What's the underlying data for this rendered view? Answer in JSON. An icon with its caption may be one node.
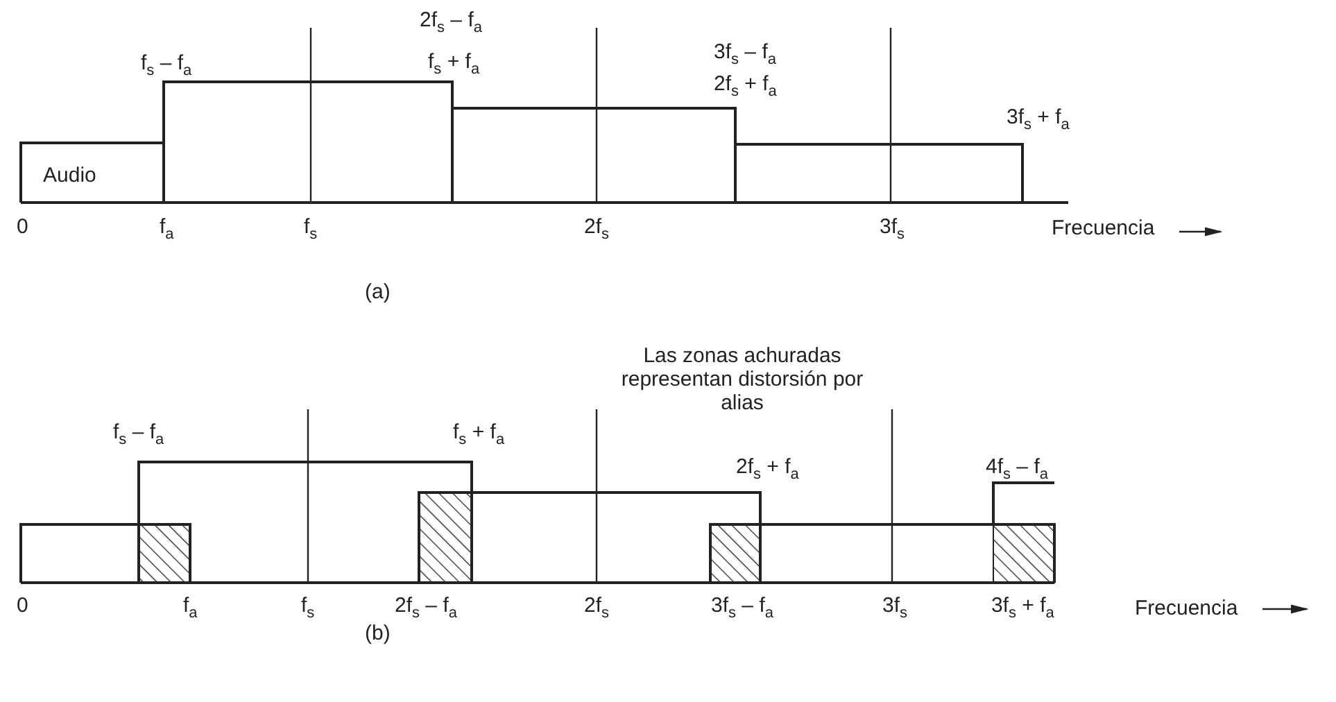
{
  "diagram": {
    "labels": [
      "2f$_{s}$ – f$_{a}$",
      "3f$_{s}$ – f$_{a}$",
      "f$_{s}$ – f$_{a}$",
      "f$_{s}$ + f$_{a}$",
      "2f$_{s}$ + f$_{a}$",
      "3f$_{s}$ + f$_{a}$",
      "Audio",
      "0",
      "f$_{a}$",
      "f$_{s}$",
      "2f$_{s}$",
      "3f$_{s}$",
      "Frecuencia",
      "(a)",
      "Las zonas achuradas representan distorsión por alias",
      "f$_{s}$ – f$_{a}$",
      "f$_{s}$ + f$_{a}$",
      "2f$_{s}$ + f$_{a}$",
      "4f$_{s}$ – f$_{a}$",
      "0",
      "f$_{a}$",
      "f$_{s}$",
      "2f$_{s}$ – f$_{a}$",
      "2f$_{s}$",
      "3f$_{s}$ – f$_{a}$",
      "3f$_{s}$",
      "3f$_{s}$ + f$_{a}$",
      "Frecuencia",
      "(b)"
    ]
  }
}
